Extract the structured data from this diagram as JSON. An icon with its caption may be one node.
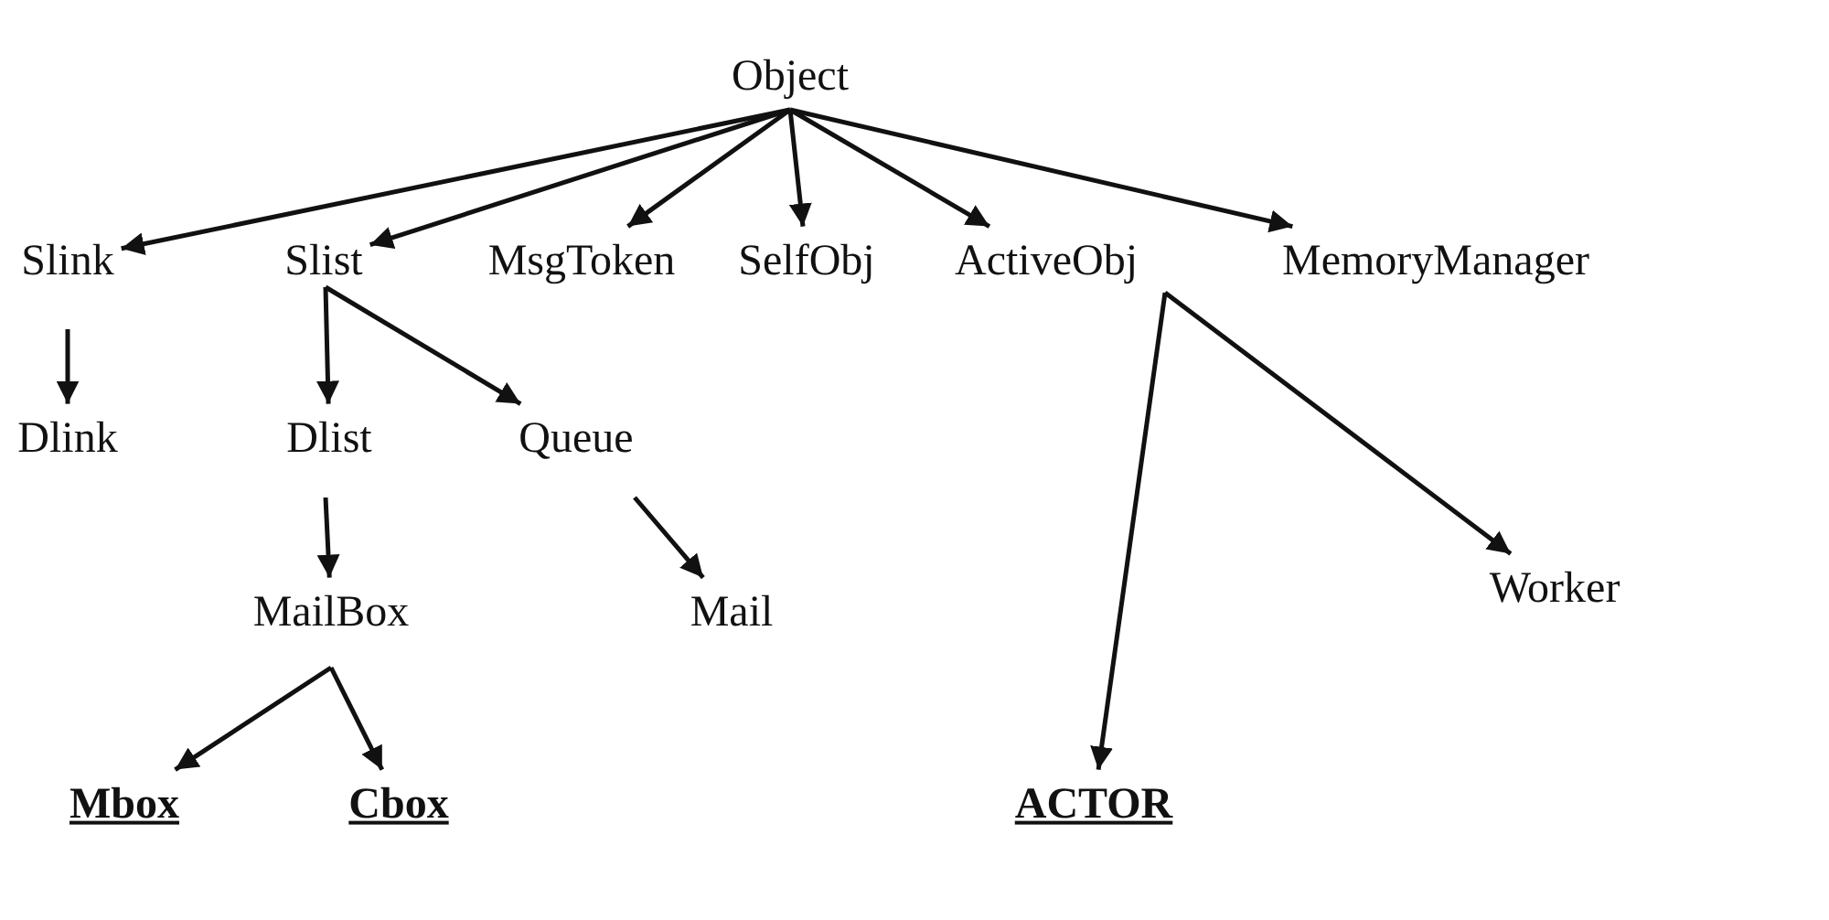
{
  "diagram": {
    "nodes": [
      {
        "text": [
          "Object"
        ]
      },
      {
        "text": [
          "Slink"
        ]
      },
      {
        "text": [
          "Slist"
        ]
      },
      {
        "text": [
          "MsgToken"
        ]
      },
      {
        "text": [
          "SelfObj"
        ]
      },
      {
        "text": [
          "ActiveObj"
        ]
      },
      {
        "text": [
          "MemoryManager"
        ]
      },
      {
        "text": [
          "Dlink"
        ]
      },
      {
        "text": [
          "Dlist"
        ]
      },
      {
        "text": [
          "Queue"
        ]
      },
      {
        "text": [
          "MailBox"
        ]
      },
      {
        "text": [
          "Mail"
        ]
      },
      {
        "text": [
          "Worker"
        ]
      },
      {
        "text": [
          "Mbox"
        ]
      },
      {
        "text": [
          "Cbox"
        ]
      },
      {
        "text": [
          "ACTOR"
        ]
      }
    ],
    "edges": [
      {
        "from": 0,
        "to": 1,
        "arrow": "to"
      },
      {
        "from": 0,
        "to": 2,
        "arrow": "to"
      },
      {
        "from": 0,
        "to": 3,
        "arrow": "to"
      },
      {
        "from": 0,
        "to": 4,
        "arrow": "to"
      },
      {
        "from": 0,
        "to": 5,
        "arrow": "to"
      },
      {
        "from": 0,
        "to": 6,
        "arrow": "to"
      },
      {
        "from": 1,
        "to": 7,
        "arrow": "to"
      },
      {
        "from": 2,
        "to": 8,
        "arrow": "to"
      },
      {
        "from": 2,
        "to": 9,
        "arrow": "to"
      },
      {
        "from": 8,
        "to": 10,
        "arrow": "to"
      },
      {
        "from": 9,
        "to": 11,
        "arrow": "to"
      },
      {
        "from": 5,
        "to": 15,
        "arrow": "to"
      },
      {
        "from": 5,
        "to": 12,
        "arrow": "to"
      },
      {
        "from": 10,
        "to": 13,
        "arrow": "to"
      },
      {
        "from": 10,
        "to": 14,
        "arrow": "to"
      }
    ]
  }
}
